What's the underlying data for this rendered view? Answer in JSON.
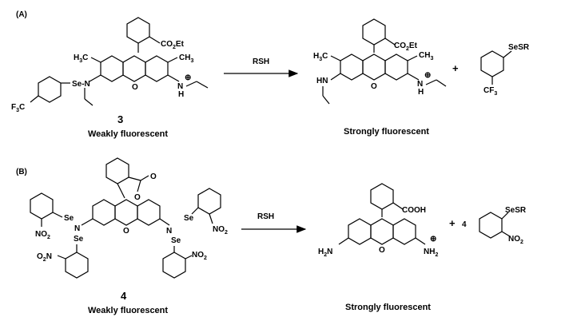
{
  "panel_a": {
    "tag": "(A)",
    "reagent": "RSH",
    "compound_number": "3",
    "reactant_caption": "Weakly fluorescent",
    "product_caption": "Strongly fluorescent",
    "plus": "+",
    "labels": {
      "ester": "CO2Et",
      "methyl": "CH3",
      "methyl_left": "H3C",
      "selenium_n": "Se-N",
      "nh": "NH",
      "hn": "HN",
      "h": "H",
      "cf3_left": "F3C",
      "cf3": "CF3",
      "sesr": "SeSR",
      "oxygen": "O",
      "charge": "⊕"
    }
  },
  "panel_b": {
    "tag": "(B)",
    "reagent": "RSH",
    "compound_number": "4",
    "reactant_caption": "Weakly fluorescent",
    "product_caption": "Strongly fluorescent",
    "plus": "+",
    "coefficient": "4",
    "labels": {
      "se": "Se",
      "n": "N",
      "no2": "NO2",
      "o2n": "O2N",
      "cooh": "COOH",
      "h2n": "H2N",
      "nh2": "NH2",
      "sesr": "SeSR",
      "oxygen": "O",
      "charge": "⊕"
    }
  }
}
